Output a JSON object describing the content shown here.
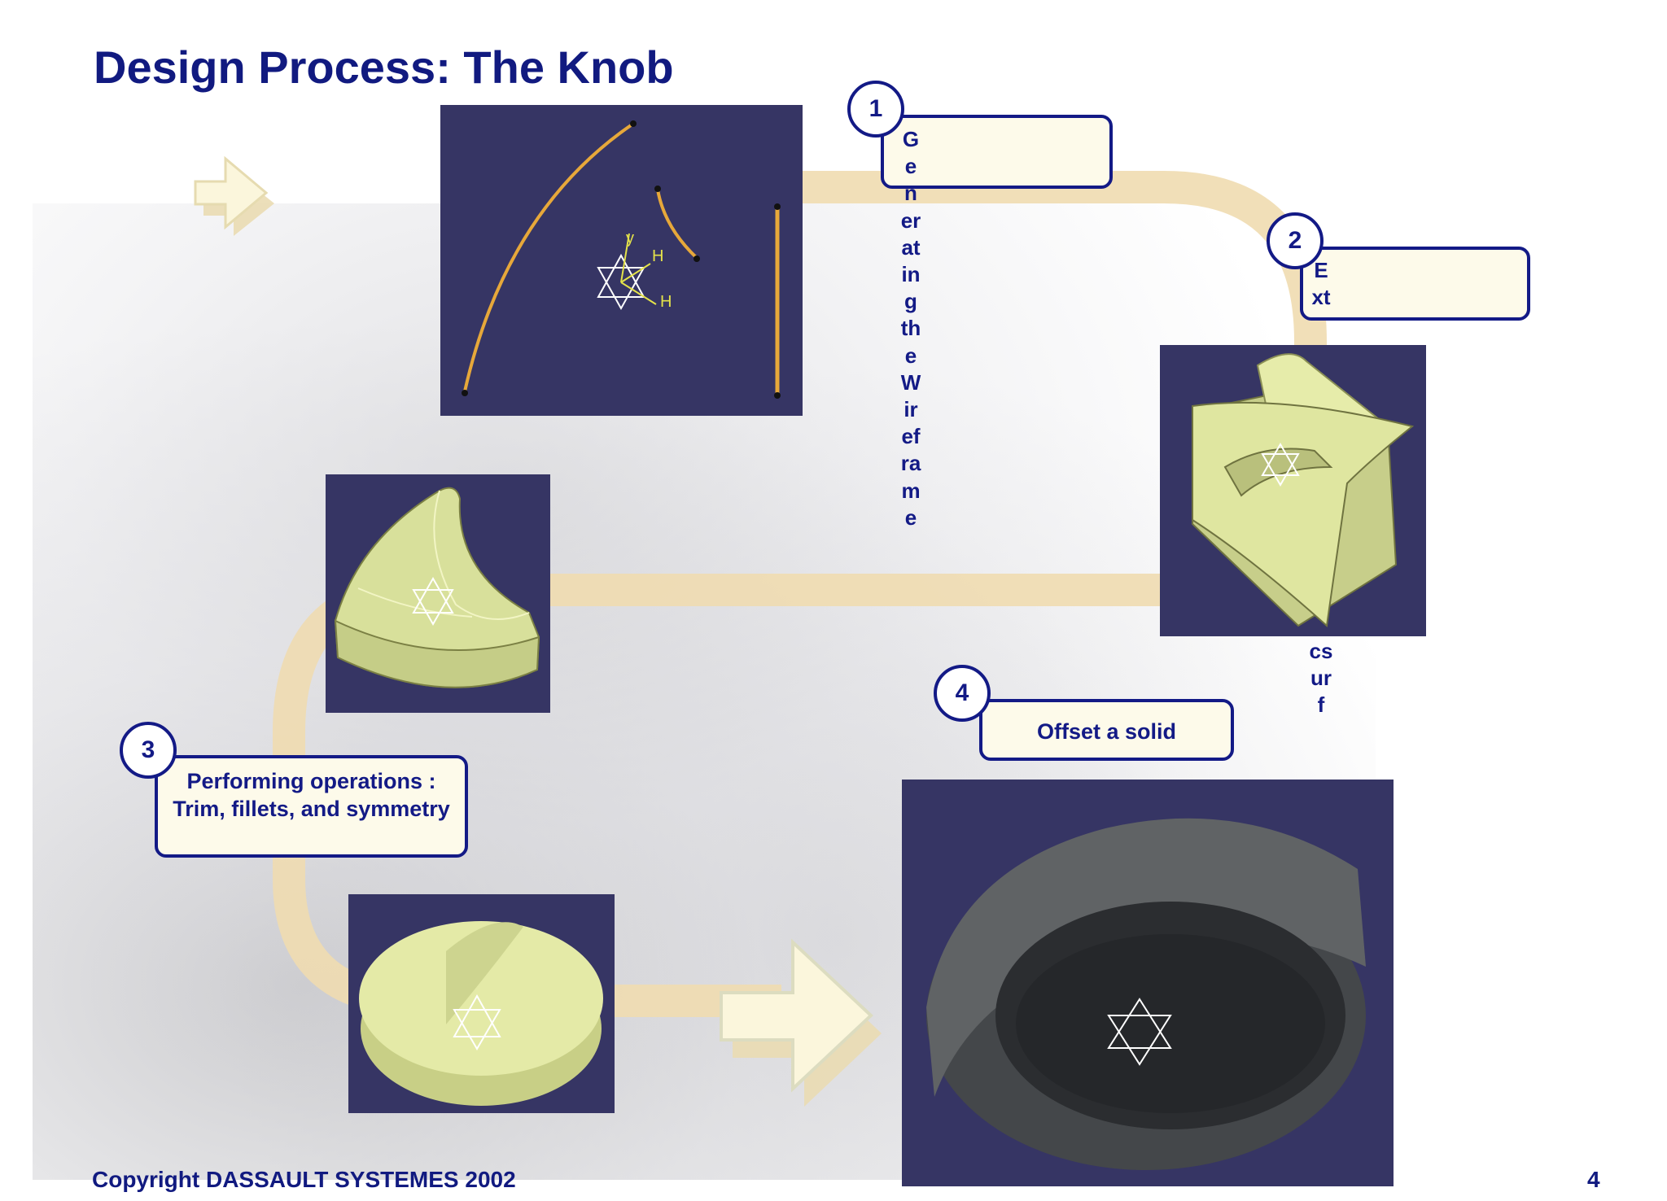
{
  "slide": {
    "title": "Design Process: The Knob",
    "page_number": "4",
    "copyright": "Copyright DASSAULT SYSTEMES 2002"
  },
  "steps": [
    {
      "number": "1",
      "label": "Generating the Wireframe"
    },
    {
      "number": "2",
      "label": "Ext"
    },
    {
      "number": "3",
      "label": "Performing operations : Trim, fillets, and symmetry"
    },
    {
      "number": "4",
      "label": "Offset a solid"
    }
  ],
  "overflow_text": {
    "step1_vertical": "Generating theWireframe",
    "step2_vertical_top": "Ext",
    "step2_vertical_bottom": "csurf"
  },
  "colors": {
    "title": "#111a80",
    "callout_border": "#131a86",
    "callout_fill": "#fdfaea",
    "panel_background": "#363564",
    "track": "#efdcb0",
    "surface": "#dfe7a0",
    "solid": "#55585a"
  },
  "icons": [
    "arrow-right-icon",
    "axis-compass-icon"
  ]
}
